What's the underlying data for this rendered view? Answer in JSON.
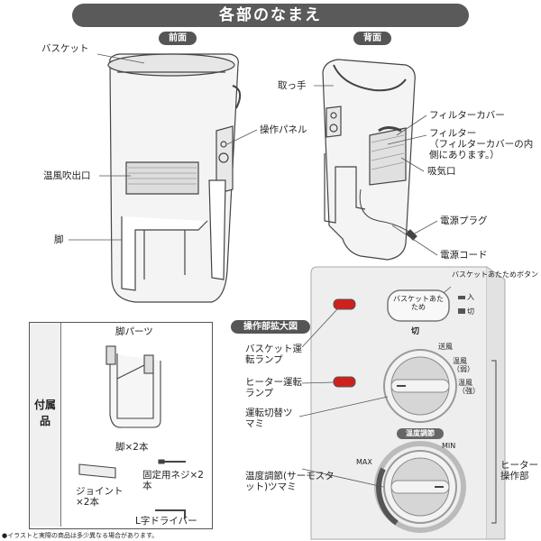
{
  "title": "各部のなまえ",
  "views": {
    "front": "前面",
    "back": "背面",
    "panel": "操作部拡大図"
  },
  "front_labels": {
    "basket": "バスケット",
    "control_panel": "操作パネル",
    "outlet": "温風吹出口",
    "leg": "脚"
  },
  "back_labels": {
    "handle": "取っ手",
    "filter_cover": "フィルターカバー",
    "filter": "フィルター",
    "filter_note": "（フィルターカバーの内側にあります。）",
    "intake": "吸気口",
    "plug": "電源プラグ",
    "cord": "電源コード"
  },
  "panel": {
    "basket_button": "バスケットあたため",
    "basket_button_label": "バスケットあたためボタン",
    "on": "入",
    "off": "切",
    "lamp_basket": "バスケット運転ランプ",
    "lamp_heater": "ヒーター運転ランプ",
    "mode_knob": "運転切替ツマミ",
    "mode_off": "切",
    "mode_fan": "送風",
    "mode_low": "温風（弱）",
    "mode_high": "温風（強）",
    "temp_label": "温度調節",
    "temp_min": "MIN",
    "temp_max": "MAX",
    "temp_knob": "温度調節(サーモスタット)ツマミ",
    "heater_panel": "ヒーター操作部"
  },
  "accessories": {
    "section": "付属品",
    "leg_parts": "脚パーツ",
    "leg_qty": "脚×2本",
    "joint": "ジョイント×2本",
    "screw": "固定用ネジ×2本",
    "driver": "L字ドライバー"
  },
  "footnote": "●イラストと実際の商品は多少異なる場合があります。",
  "colors": {
    "title_bg": "#5a5a5a",
    "lamp": "#d0201c",
    "panel_bg": "#eeeeee"
  }
}
